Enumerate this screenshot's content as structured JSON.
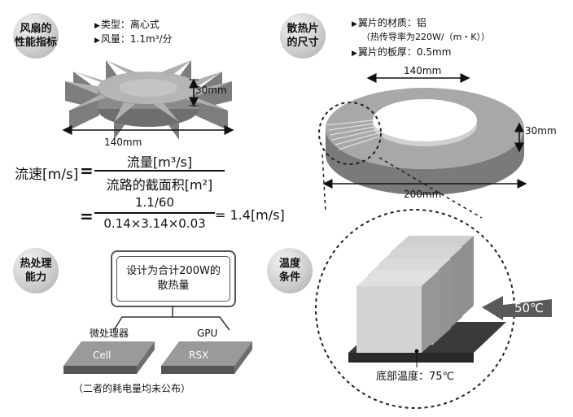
{
  "fan": {
    "badge": "风扇的\n性能指标",
    "specs": [
      "类型：离心式",
      "风量：1.1m³/分"
    ],
    "width_dim": "140mm",
    "height_dim": "30mm"
  },
  "heatsink": {
    "badge": "散热片\n的尺寸",
    "specs": [
      "翼片的材质：铝",
      "（热传导率为220W/（m・K））",
      "翼片的板厚：0.5mm"
    ],
    "inner_dim": "140mm",
    "outer_dim": "200mm",
    "height_dim": "30mm"
  },
  "formula": {
    "lhs": "流速[m/s]",
    "eq": "=",
    "num1": "流量[m³/s]",
    "den1": "流路的截面积[m²]",
    "num2": "1.1/60",
    "den2": "0.14×3.14×0.03",
    "result": "= 1.4[m/s]"
  },
  "heat": {
    "badge": "热处理\n能力",
    "box_text": "设计为合计200W的\n散热量",
    "chip1_label": "微处理器",
    "chip1_name": "Cell",
    "chip2_label": "GPU",
    "chip2_name": "RSX",
    "note": "（二者的耗电量均未公布）"
  },
  "temp": {
    "badge": "温度\n条件",
    "air_temp": "50℃",
    "base_temp": "底部温度：75℃"
  }
}
